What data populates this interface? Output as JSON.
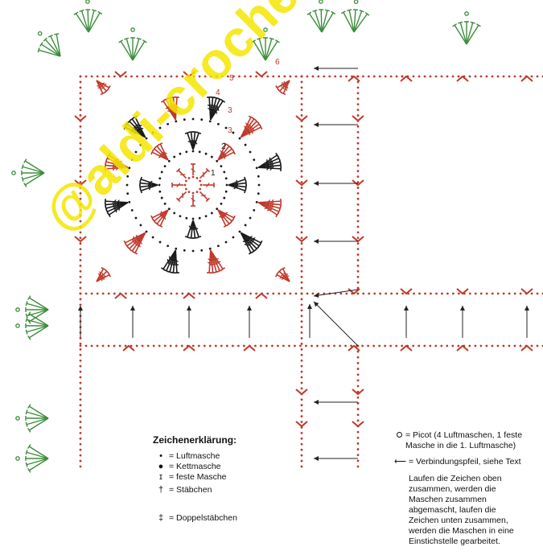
{
  "legend": {
    "title": "Zeichenerklärung:",
    "items": [
      {
        "symbol": "•",
        "label": "= Luftmasche"
      },
      {
        "symbol": "●",
        "label": "= Kettmasche"
      },
      {
        "symbol": "ɪ",
        "label": "= feste Masche"
      },
      {
        "symbol": "†",
        "label": "= Stäbchen"
      },
      {
        "symbol": "‡",
        "label": "= Doppelstäbchen"
      }
    ]
  },
  "notes": {
    "picot_line1": "= Picot (4 Luftmaschen, 1 feste",
    "picot_line2": "Masche in die 1. Luftmasche)",
    "arrow_label": "= Verbindungspfeil, siehe Text",
    "paragraph": [
      "Laufen die Zeichen oben",
      "zusammen, werden die",
      "Maschen zusammen",
      "abgemascht, laufen die",
      "Zeichen unten zusammen,",
      "werden die Maschen in eine",
      "Einstichstelle gearbeitet."
    ]
  },
  "round_numbers": [
    "1",
    "2",
    "3",
    "3",
    "4",
    "5",
    "6"
  ],
  "watermark": "@aldi-crochet",
  "colors": {
    "round_red": "#c0392b",
    "round_black": "#1a1a1a",
    "edging_green": "#3c8d3c",
    "watermark_yellow": "#f5e600",
    "arrow": "#222222"
  }
}
